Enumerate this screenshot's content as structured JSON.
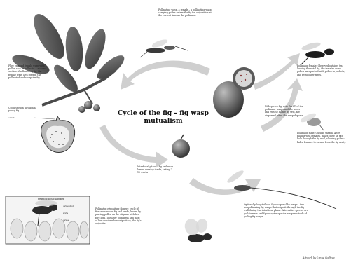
{
  "diagram": {
    "title": "Cycle of the fig – fig wasp mutualism",
    "credit": "Artwork by Lynne Godfrey",
    "labels": {
      "flower_female": "Flow emerald female wasp with pollen sacs to pollinate… a cross-section of a flowering fig; the female wasp lays eggs in the pollinated and receptive fig",
      "cross_section": "Cross-section through a young fig",
      "ostiole": "ostiole",
      "inset_title": "Oviposition chamber",
      "inset_ovipositor": "ovipositor",
      "inset_style": "style",
      "inset_ovule": "ovule",
      "pollinator_female_flight": "Pollinator ovipositing flowers; cycle of first-ever wasps fig and seeds, leaves by placing pollen on the stigmas with her fore legs. The later foundress and most of her ovaries when oviposition, the fig's oviposite.",
      "top_center": "Pollinating wasp, a female – a pollinating wasp carrying pollen enters the fig for oviposition at the correct time as the pollinator.",
      "top_right": "Pollinator female. Observed outside. On leaving the natal fig, the females carry pollen sacs packed with pollen in pockets, and fly to other trees.",
      "mid_right": "Wide-phase fig, with the fill of the pollinator wasps and the seeds and release all the fig sets, are dispersed when the wasp departs",
      "right_male": "Pollinator male. Outside sheath. After mating with females, males chew an exit hole through the fig wall, allowing pollen-laden females to escape from the fig cavity.",
      "center_small": "Interfloral phase – fig and wasp larvae develop inside, taking 2 – 10 weeks",
      "bottom_right": "Optionally long-tail and Sycoscapter-like wasps – two nonpollinating fig wasps that oviposit through the fig wall during the interfloral phase. Alternative species are gall-formers and Sycoscapter species are parasitoids of galling fig wasps."
    }
  }
}
